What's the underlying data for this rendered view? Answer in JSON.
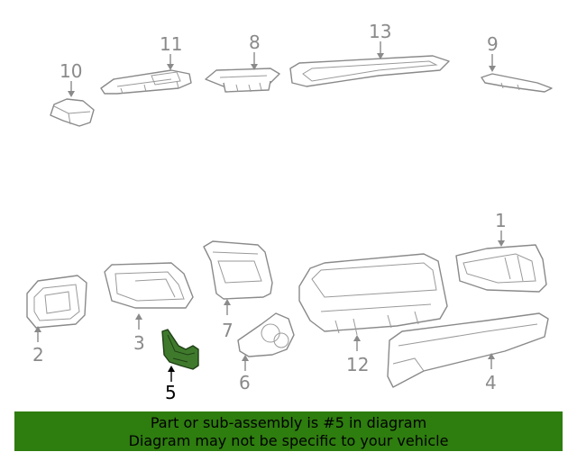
{
  "diagram": {
    "callouts": {
      "p1": "1",
      "p2": "2",
      "p3": "3",
      "p4": "4",
      "p5": "5",
      "p6": "6",
      "p7": "7",
      "p8": "8",
      "p9": "9",
      "p10": "10",
      "p11": "11",
      "p12": "12",
      "p13": "13"
    },
    "highlighted_part": "5",
    "highlight_color": "#2e7d0f"
  },
  "banner": {
    "line1": "Part or sub-assembly is #5 in diagram",
    "line2": "Diagram may not be specific to your vehicle"
  }
}
